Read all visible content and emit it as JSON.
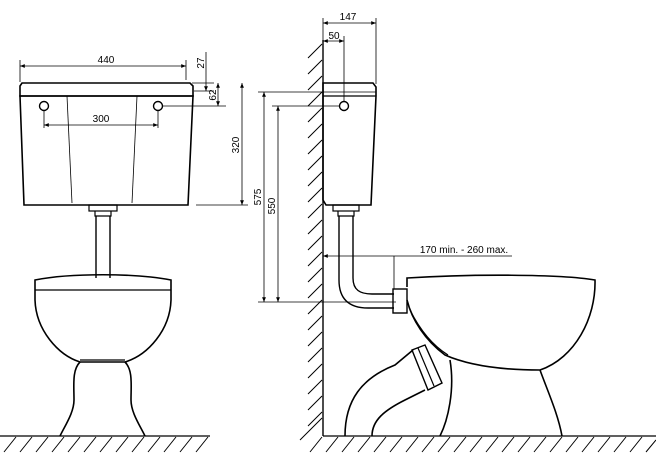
{
  "drawing": {
    "front_view": {
      "width_label": "440",
      "tank_top_label": "27",
      "inlet_offset_label": "62",
      "hole_spacing_label": "300",
      "tank_height_label": "320"
    },
    "side_view": {
      "total_depth_label": "147",
      "inlet_depth_label": "50",
      "height_label_outer": "575",
      "height_label_inner": "550",
      "distance_label": "170 min. - 260 max."
    },
    "colors": {
      "line": "#000000",
      "background": "#ffffff"
    }
  }
}
